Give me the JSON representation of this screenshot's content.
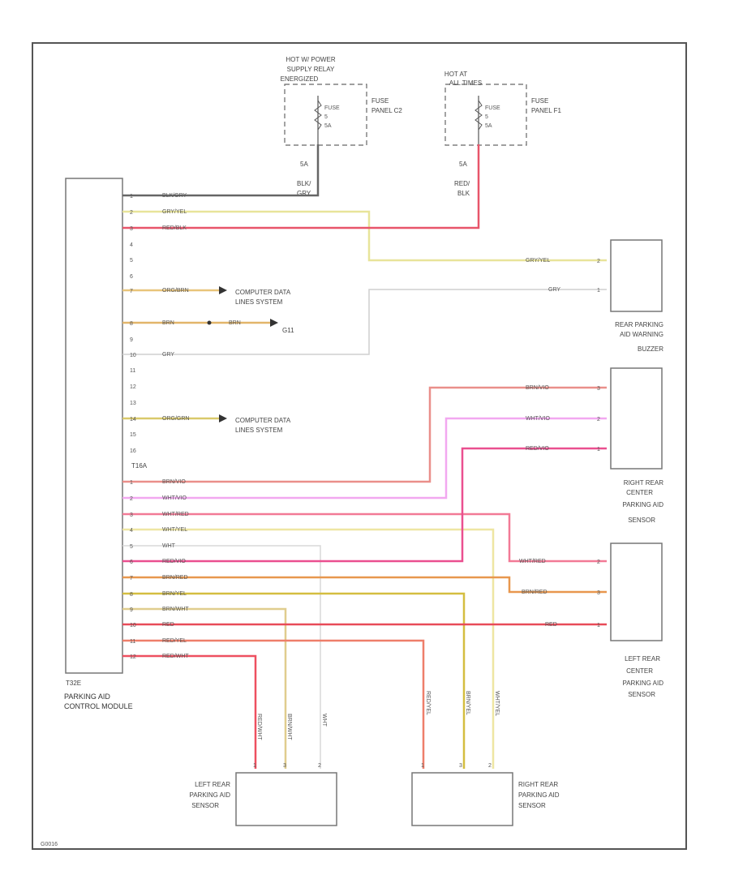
{
  "fuse_box_1": {
    "header": [
      "HOT W/ POWER",
      "SUPPLY RELAY",
      "ENERGIZED"
    ],
    "fuse_label": [
      "FUSE",
      "5",
      "5A"
    ],
    "panel_label": [
      "FUSE",
      "PANEL C2"
    ],
    "amp": "5A",
    "wire_color": [
      "BLK/",
      "GRY"
    ]
  },
  "fuse_box_2": {
    "header": [
      "HOT AT",
      "ALL TIMES"
    ],
    "fuse_label": [
      "FUSE",
      "5",
      "5A"
    ],
    "panel_label": [
      "FUSE",
      "PANEL F1"
    ],
    "amp": "5A",
    "wire_color": [
      "RED/",
      "BLK"
    ]
  },
  "module": {
    "name": [
      "PARKING AID",
      "CONTROL MODULE"
    ],
    "connector_top": "T16A",
    "connector_bottom": "T32E",
    "pins_top": [
      "1",
      "2",
      "3",
      "4",
      "5",
      "6",
      "7",
      "8",
      "9",
      "10",
      "11",
      "12",
      "13",
      "14",
      "15",
      "16"
    ],
    "pins_bottom": [
      "1",
      "2",
      "3",
      "4",
      "5",
      "6",
      "7",
      "8",
      "9",
      "10",
      "11",
      "12"
    ]
  },
  "module_wires": {
    "w1": "BLK/GRY",
    "w2": "GRY/YEL",
    "w3": "RED/BLK",
    "w7": "ORG/BRN",
    "w8a": "BRN",
    "w8b": "BRN",
    "w10": "GRY",
    "w14": "ORG/GRN",
    "b1": "BRN/VIO",
    "b2": "WHT/VIO",
    "b3": "WHT/RED",
    "b4": "WHT/YEL",
    "b5": "WHT",
    "b6": "RED/VIO",
    "b7": "BRN/RED",
    "b8": "BRN/YEL",
    "b9": "BRN/WHT",
    "b10": "RED",
    "b11": "RED/YEL",
    "b12": "RED/WHT"
  },
  "refs": {
    "comp_data_1": [
      "COMPUTER DATA",
      "LINES SYSTEM"
    ],
    "g": "G11",
    "comp_data_2": [
      "COMPUTER DATA",
      "LINES SYSTEM"
    ]
  },
  "buzzer": {
    "name": [
      "REAR PARKING",
      "AID WARNING",
      "BUZZER"
    ],
    "wires": [
      "GRY/YEL",
      "GRY"
    ],
    "pins": [
      "2",
      "1"
    ]
  },
  "right_center": {
    "name": [
      "RIGHT REAR",
      "CENTER",
      "PARKING AID",
      "SENSOR"
    ],
    "wires": [
      "BRN/VIO",
      "WHT/VIO",
      "RED/VIO"
    ],
    "pins": [
      "3",
      "2",
      "1"
    ]
  },
  "left_center": {
    "name": [
      "LEFT REAR",
      "CENTER",
      "PARKING AID",
      "SENSOR"
    ],
    "wires": [
      "WHT/RED",
      "BRN/RED",
      "RED"
    ],
    "pins": [
      "2",
      "3",
      "1"
    ]
  },
  "left_sensor": {
    "name": [
      "LEFT REAR",
      "PARKING AID",
      "SENSOR"
    ],
    "wires": [
      "RED/WHT",
      "BRN/WHT",
      "WHT"
    ],
    "pins": [
      "1",
      "3",
      "2"
    ]
  },
  "right_sensor": {
    "name": [
      "RIGHT REAR",
      "PARKING AID",
      "SENSOR"
    ],
    "wires": [
      "RED/YEL",
      "BRN/YEL",
      "WHT/YEL"
    ],
    "pins": [
      "1",
      "3",
      "2"
    ]
  },
  "footer_code": "G0016"
}
